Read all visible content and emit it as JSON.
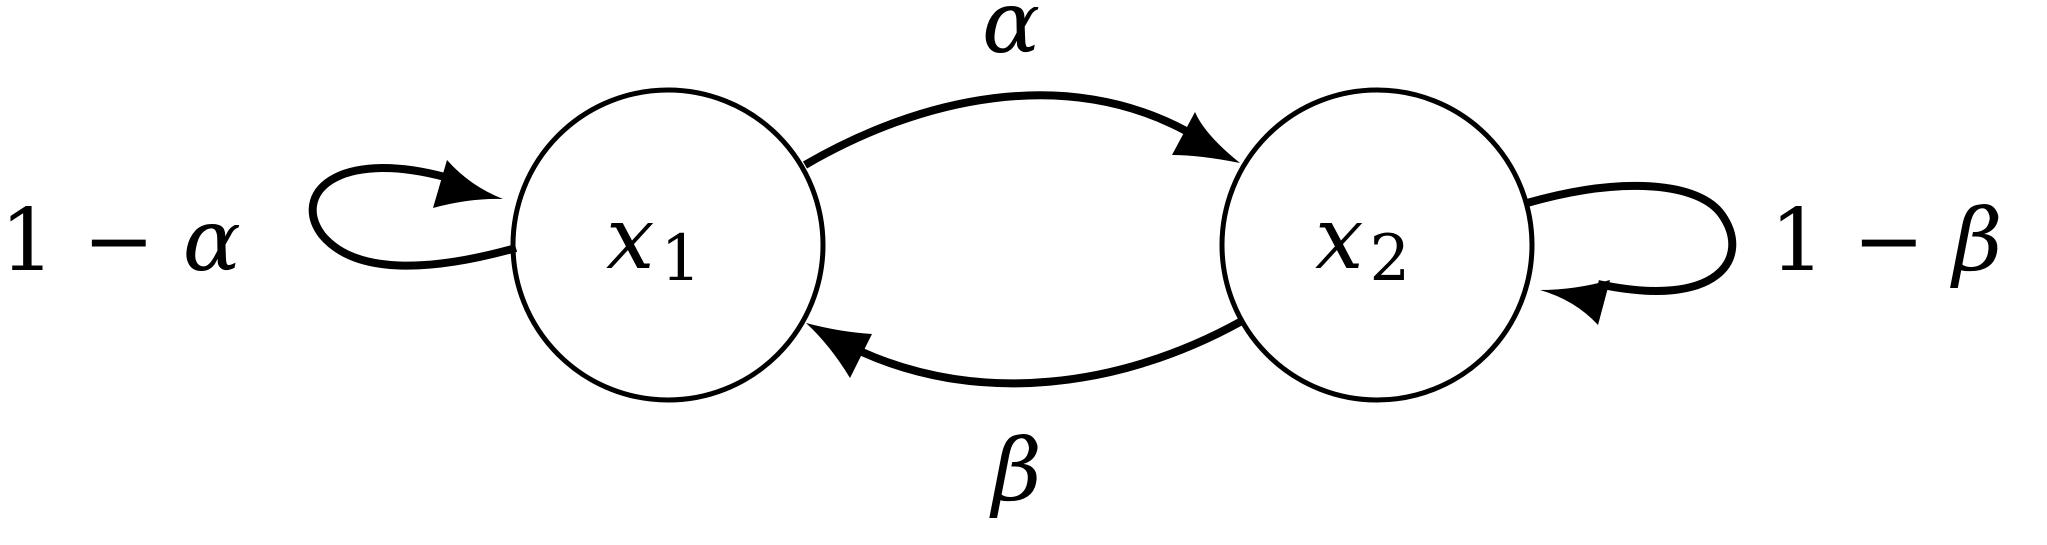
{
  "nodes": [
    {
      "id": "x1",
      "var": "x",
      "sub": "1"
    },
    {
      "id": "x2",
      "var": "x",
      "sub": "2"
    }
  ],
  "edges": {
    "x1_to_x2": {
      "label": "α"
    },
    "x2_to_x1": {
      "label": "β"
    },
    "x1_self": {
      "one": "1",
      "minus": "−",
      "sym": "α"
    },
    "x2_self": {
      "one": "1",
      "minus": "−",
      "sym": "β"
    }
  },
  "colors": {
    "stroke": "#000000",
    "background": "#ffffff"
  }
}
